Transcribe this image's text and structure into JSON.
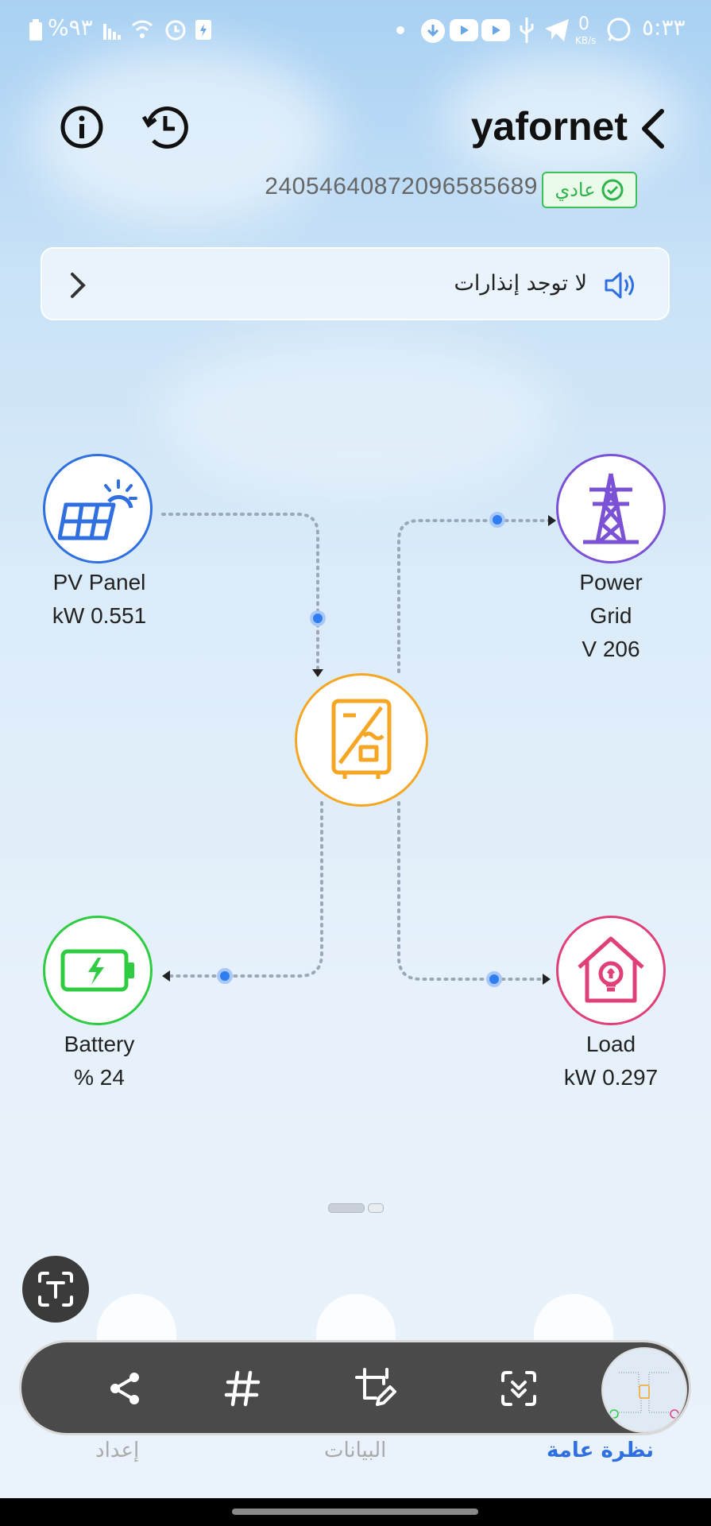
{
  "status_bar": {
    "battery_text": "%٩٣",
    "time": "٥:٣٣",
    "speed_value": "0",
    "speed_unit": "KB/s"
  },
  "header": {
    "title": "yafornet",
    "serial": "2405464087209658568​9",
    "status_badge": "عادي"
  },
  "alarm": {
    "text": "لا توجد إنذارات"
  },
  "nodes": {
    "pv": {
      "name": "PV Panel",
      "value": "kW 0.551"
    },
    "grid": {
      "name1": "Power",
      "name2": "Grid",
      "value": "V 206"
    },
    "battery": {
      "name": "Battery",
      "value": "% 24"
    },
    "load": {
      "name": "Load",
      "value": "kW 0.297"
    }
  },
  "tabs": {
    "setup": "إعداد",
    "data": "البيانات",
    "overview": "نظرة عامة"
  },
  "colors": {
    "pv": "#2f6fe0",
    "grid": "#7b52d6",
    "inverter": "#f5a623",
    "battery": "#2ecc40",
    "load": "#e0407a",
    "flow_dot": "#2f7df0",
    "active_tab": "#2f6fe0"
  },
  "page_indicator": {
    "pages": 2,
    "active": 1
  }
}
